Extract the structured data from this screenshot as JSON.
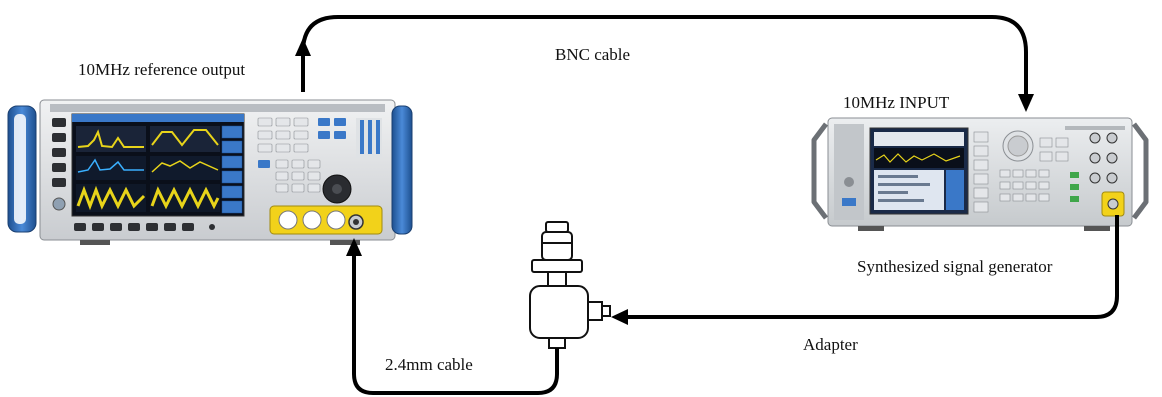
{
  "labels": {
    "ref_output": "10MHz reference output",
    "bnc_cable": "BNC cable",
    "input": "10MHz INPUT",
    "generator": "Synthesized signal generator",
    "adapter": "Adapter",
    "cable_24": "2.4mm cable"
  },
  "colors": {
    "line": "#000000",
    "handle_blue": "#2f6fb4",
    "screen_yellow": "#e8d41a",
    "screen_dark": "#0a0f1a",
    "screen_blue": "#3a78c8",
    "panel_gray": "#d9dcdf",
    "connector_yellow": "#f2d21a"
  },
  "icons": {
    "left_instrument": "signal-analyzer-icon",
    "right_instrument": "signal-generator-icon",
    "adapter": "power-splitter-adapter-icon"
  }
}
